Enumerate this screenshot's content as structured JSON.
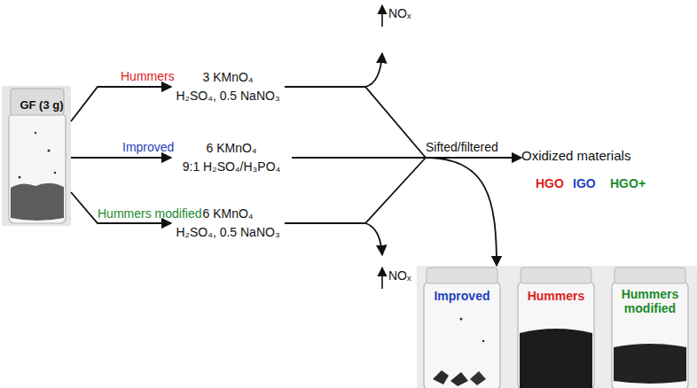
{
  "diagram": {
    "nodes": [
      {
        "text": [
          "GF (3 g)"
        ]
      },
      {
        "text": [
          "3 KMnO₄",
          "H₂SO₄, 0.5 NaNO₃"
        ]
      },
      {
        "text": [
          "6 KMnO₄",
          "9:1 H₂SO₄/H₃PO₄"
        ]
      },
      {
        "text": [
          "6 KMnO₄",
          "H₂SO₄, 0.5 NaNO₃"
        ]
      },
      {
        "text": [
          "Sifted/filtered"
        ]
      },
      {
        "text": [
          "Oxidized materials"
        ]
      },
      {
        "text": [
          "Improved",
          "Hummers",
          "Hummers modified"
        ]
      }
    ],
    "edges": [
      {
        "from": 0,
        "to": 1,
        "arrow": "to",
        "label": "Hummers"
      },
      {
        "from": 0,
        "to": 2,
        "arrow": "to",
        "label": "Improved"
      },
      {
        "from": 0,
        "to": 3,
        "arrow": "to",
        "label": "Hummers modified"
      },
      {
        "from": 1,
        "to": 4,
        "arrow": "none"
      },
      {
        "from": 2,
        "to": 4,
        "arrow": "none"
      },
      {
        "from": 3,
        "to": 4,
        "arrow": "none"
      },
      {
        "from": 4,
        "to": 5,
        "arrow": "to"
      },
      {
        "from": 4,
        "to": 6,
        "arrow": "to"
      }
    ],
    "labels": [
      "NOₓ",
      "NOₓ",
      "HGO",
      "IGO",
      "HGO+"
    ]
  }
}
